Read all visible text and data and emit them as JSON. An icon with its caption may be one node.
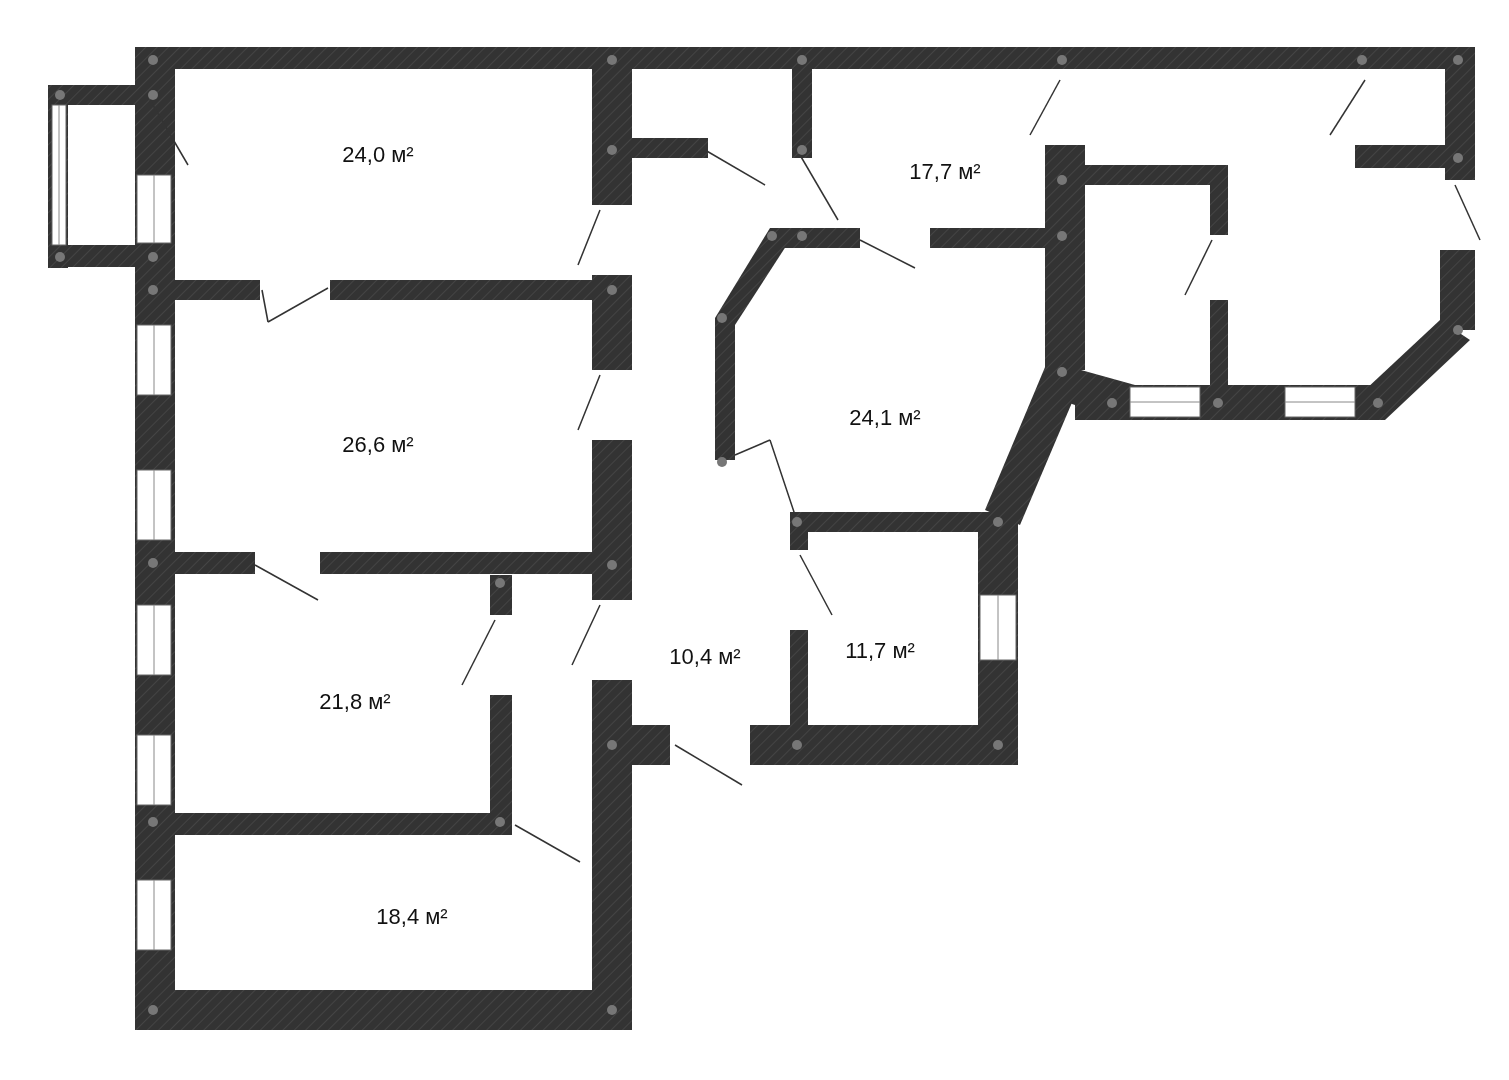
{
  "diagram": {
    "labels": [
      "24,0 м²",
      "17,7 м²",
      "24,1 м²",
      "26,6 м²",
      "11,7 м²",
      "10,4 м²",
      "21,8 м²",
      "18,4 м²"
    ]
  }
}
